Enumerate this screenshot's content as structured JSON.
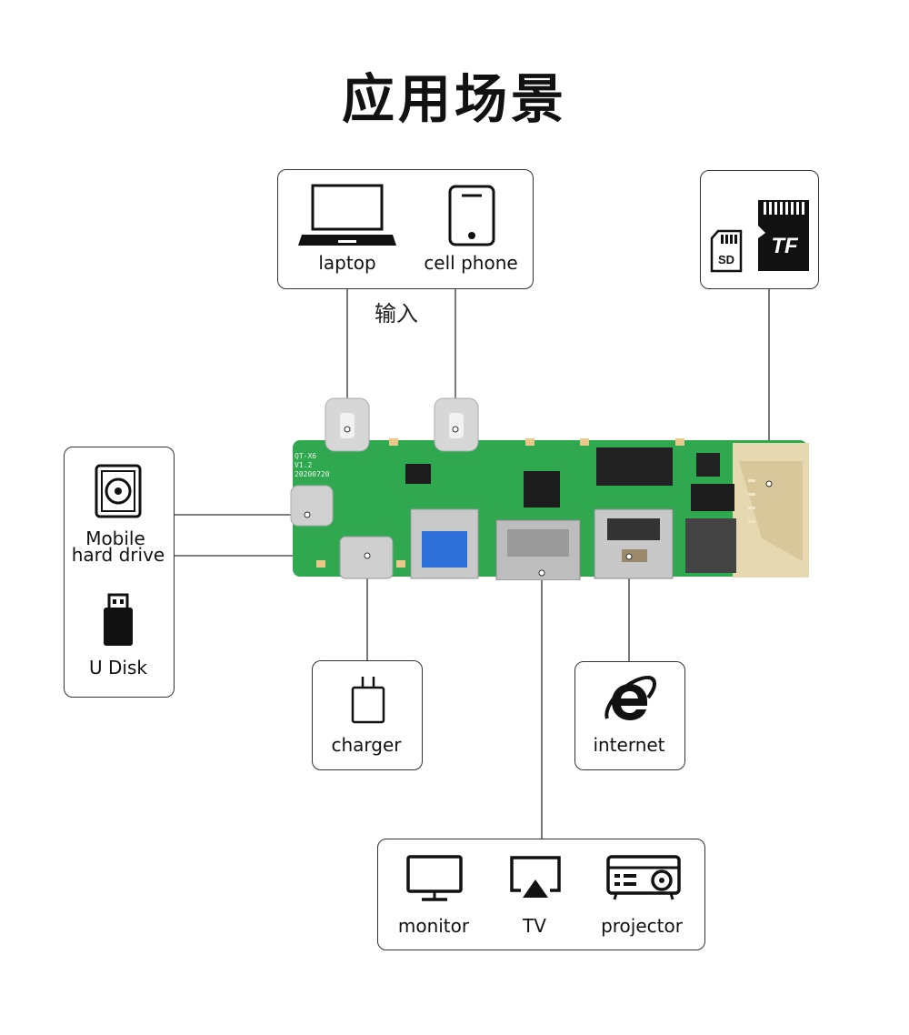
{
  "title": "应用场景",
  "input_label": "输入",
  "devices": {
    "laptop": "laptop",
    "cell_phone": "cell phone",
    "mobile_hard_drive_line1": "Mobile",
    "mobile_hard_drive_line2": "hard drive",
    "u_disk": "U Disk",
    "charger": "charger",
    "internet": "internet",
    "monitor": "monitor",
    "tv": "TV",
    "projector": "projector"
  },
  "cards": {
    "sd": "SD",
    "tf": "TF"
  },
  "board": {
    "model": "QT-X6",
    "version": "V1.2",
    "date": "20200720"
  },
  "colors": {
    "pcb": "#2fa84f",
    "pcb_dark": "#1f7a38",
    "line": "#333333"
  }
}
